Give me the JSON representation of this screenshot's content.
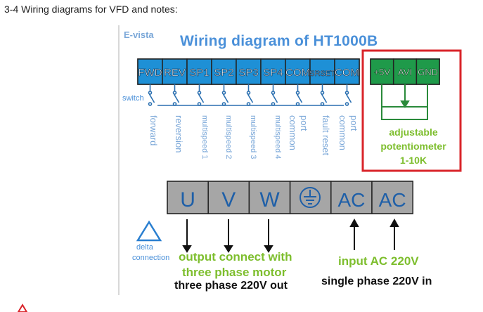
{
  "heading": "3-4 Wiring diagrams for VFD and notes:",
  "brand": "E-vista",
  "title": "Wiring diagram of HT1000B",
  "control_terminals": [
    "FWD",
    "REV",
    "SP1",
    "SP2",
    "SP3",
    "SP4",
    "COM",
    "SRSET",
    "COM"
  ],
  "analog_terminals": [
    "+5V",
    "AVI",
    "GND"
  ],
  "switch_label": "switch",
  "terminal_notes": [
    "forward",
    "reversion",
    "multispeed 1",
    "multispeed 2",
    "multispeed 3",
    "multispeed 4",
    "common",
    "port",
    "fault reset",
    "common",
    "port"
  ],
  "potentiometer": {
    "line1": "adjustable",
    "line2": "potentiometer",
    "line3": "1-10K"
  },
  "power_terminals": [
    "U",
    "V",
    "W",
    "AC",
    "AC"
  ],
  "delta_label_1": "delta",
  "delta_label_2": "connection",
  "output_1": "output connect with",
  "output_2": "three phase motor",
  "output_3": "three phase 220V out",
  "input_1": "input AC 220V",
  "input_2": "single phase 220V in",
  "colors": {
    "terminal_blue": "#1e90d6",
    "terminal_green": "#1f9a4a",
    "power_gray": "#a6a6a6",
    "highlight": "#d9242a",
    "text_green": "#7dbe2d"
  }
}
